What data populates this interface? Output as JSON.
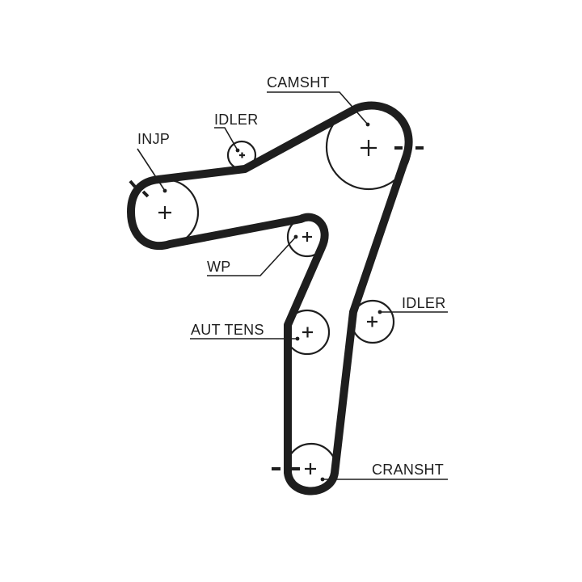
{
  "labels": {
    "camshaft": "CAMSHT",
    "idler_top": "IDLER",
    "injection_pump": "INJP",
    "water_pump": "WP",
    "idler_right": "IDLER",
    "auto_tensioner": "AUT TENS",
    "crankshaft": "CRANSHT"
  },
  "colors": {
    "ink": "#1e1e1e",
    "background": "#ffffff"
  }
}
